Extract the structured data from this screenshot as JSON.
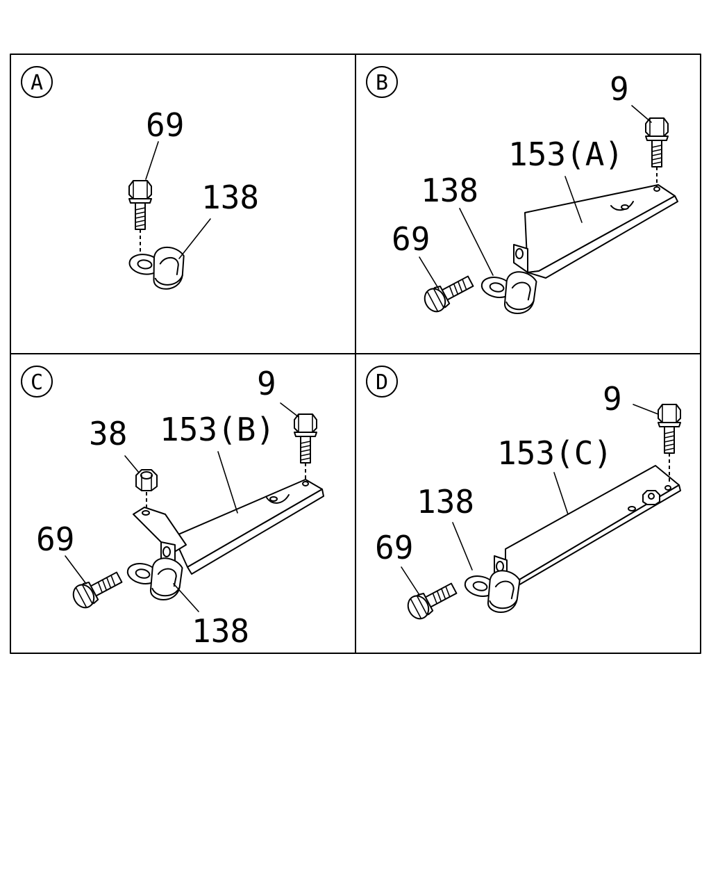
{
  "diagram": {
    "panels": [
      {
        "letter": "A",
        "callouts": {
          "bolt": "69",
          "clip": "138"
        }
      },
      {
        "letter": "B",
        "callouts": {
          "bolt_top": "9",
          "bracket": "153(A)",
          "clip": "138",
          "bolt_side": "69"
        }
      },
      {
        "letter": "C",
        "callouts": {
          "bolt_top": "9",
          "nut": "38",
          "bracket": "153(B)",
          "bolt_side": "69",
          "clip": "138"
        }
      },
      {
        "letter": "D",
        "callouts": {
          "bolt_top": "9",
          "bracket": "153(C)",
          "clip": "138",
          "bolt_side": "69"
        }
      }
    ]
  }
}
